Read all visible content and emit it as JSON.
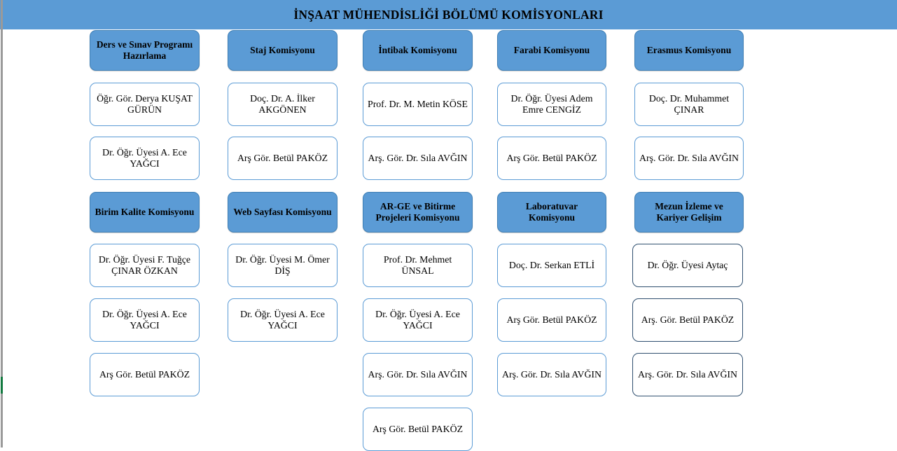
{
  "header": {
    "title": "İNŞAAT MÜHENDİSLİĞİ BÖLÜMÜ KOMİSYONLARI",
    "background_color": "#5B9BD5"
  },
  "theme": {
    "head_fill": "#5B9BD5",
    "head_border": "#3F7FB5",
    "member_fill": "#FFFFFF",
    "member_border_light": "#5B9BD5",
    "member_border_dark": "#2F4F6F",
    "text_color": "#000000",
    "scrollbar_track": "#9A9A9A",
    "scrollbar_thumb": "#12793F"
  },
  "scrollbar": {
    "name": "page-scrollbar",
    "thumb_label": ""
  },
  "commissions": [
    {
      "id": "ders-ve-sinav-programi-hazirlama",
      "title": "Ders ve Sınav Programı Hazırlama",
      "members": [
        "Öğr. Gör. Derya KUŞAT GÜRÜN",
        "Dr. Öğr. Üyesi A. Ece YAĞCI"
      ]
    },
    {
      "id": "staj-komisyonu",
      "title": "Staj Komisyonu",
      "members": [
        "Doç. Dr. A. İlker AKGÖNEN",
        "Arş Gör. Betül PAKÖZ"
      ]
    },
    {
      "id": "intibak-komisyonu",
      "title": "İntibak Komisyonu",
      "members": [
        "Prof. Dr. M. Metin KÖSE",
        "Arş. Gör. Dr. Sıla AVĞIN"
      ]
    },
    {
      "id": "farabi-komisyonu",
      "title": "Farabi Komisyonu",
      "members": [
        "Dr. Öğr. Üyesi Adem Emre CENGİZ",
        "Arş Gör. Betül PAKÖZ"
      ]
    },
    {
      "id": "erasmus-komisyonu",
      "title": "Erasmus Komisyonu",
      "members": [
        "Doç. Dr. Muhammet ÇINAR",
        "Arş. Gör. Dr. Sıla AVĞIN"
      ]
    },
    {
      "id": "birim-kalite-komisyonu",
      "title": "Birim Kalite Komisyonu",
      "members": [
        "Dr. Öğr. Üyesi F. Tuğçe ÇINAR ÖZKAN",
        "Dr. Öğr. Üyesi A. Ece YAĞCI",
        "Arş Gör. Betül PAKÖZ"
      ]
    },
    {
      "id": "web-sayfasi-komisyonu",
      "title": "Web Sayfası Komisyonu",
      "members": [
        "Dr. Öğr. Üyesi M. Ömer DİŞ",
        "Dr. Öğr. Üyesi A. Ece YAĞCI"
      ]
    },
    {
      "id": "ar-ge-ve-bitirme-projeleri-komisyonu",
      "title": "AR-GE ve Bitirme Projeleri Komisyonu",
      "members": [
        "Prof. Dr. Mehmet ÜNSAL",
        "Dr. Öğr. Üyesi A. Ece YAĞCI",
        "Arş. Gör. Dr. Sıla AVĞIN",
        "Arş Gör. Betül PAKÖZ"
      ]
    },
    {
      "id": "laboratuvar-komisyonu",
      "title": "Laboratuvar Komisyonu",
      "members": [
        "Doç. Dr. Serkan ETLİ",
        "Arş Gör. Betül PAKÖZ",
        "Arş. Gör. Dr. Sıla AVĞIN"
      ]
    },
    {
      "id": "mezun-izleme-ve-kariyer-gelisim",
      "title": "Mezun İzleme ve Kariyer Gelişim",
      "members": [
        "Dr. Öğr. Üyesi Aytaç",
        "Arş. Gör. Betül PAKÖZ",
        "Arş. Gör. Dr. Sıla AVĞIN"
      ]
    }
  ]
}
